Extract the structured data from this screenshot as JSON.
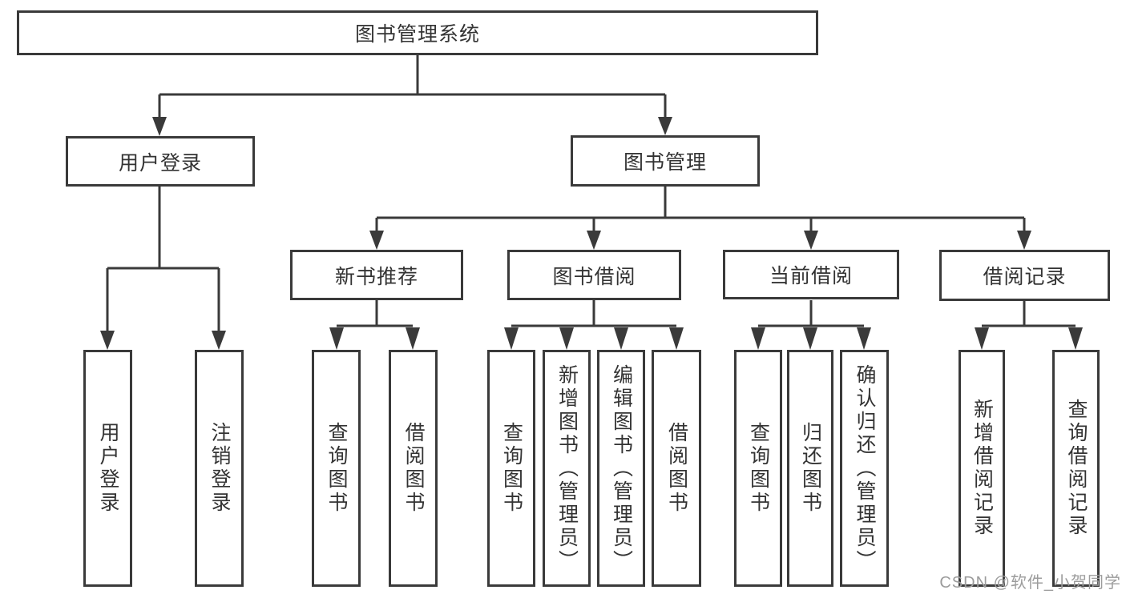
{
  "diagram": {
    "title": "图书管理系统",
    "root": {
      "label": "图书管理系统"
    },
    "level2": [
      {
        "label": "用户登录"
      },
      {
        "label": "图书管理"
      }
    ],
    "level3": [
      {
        "label": "新书推荐"
      },
      {
        "label": "图书借阅"
      },
      {
        "label": "当前借阅"
      },
      {
        "label": "借阅记录"
      }
    ],
    "leaves": {
      "user_login": [
        "用户登录",
        "注销登录"
      ],
      "new_books": [
        "查询图书",
        "借阅图书"
      ],
      "book_borrow": [
        "查询图书",
        "新增图书（管理员）",
        "编辑图书（管理员）",
        "借阅图书"
      ],
      "current_borrow": [
        "查询图书",
        "归还图书",
        "确认归还（管理员）"
      ],
      "borrow_records": [
        "新增借阅记录",
        "查询借阅记录"
      ]
    }
  },
  "watermark": "CSDN @软件_小贺同学",
  "colors": {
    "line": "#3a3a3a",
    "text": "#333333",
    "box_background": "#ffffff",
    "watermark": "#9c9c9c",
    "background": "#ffffff"
  }
}
